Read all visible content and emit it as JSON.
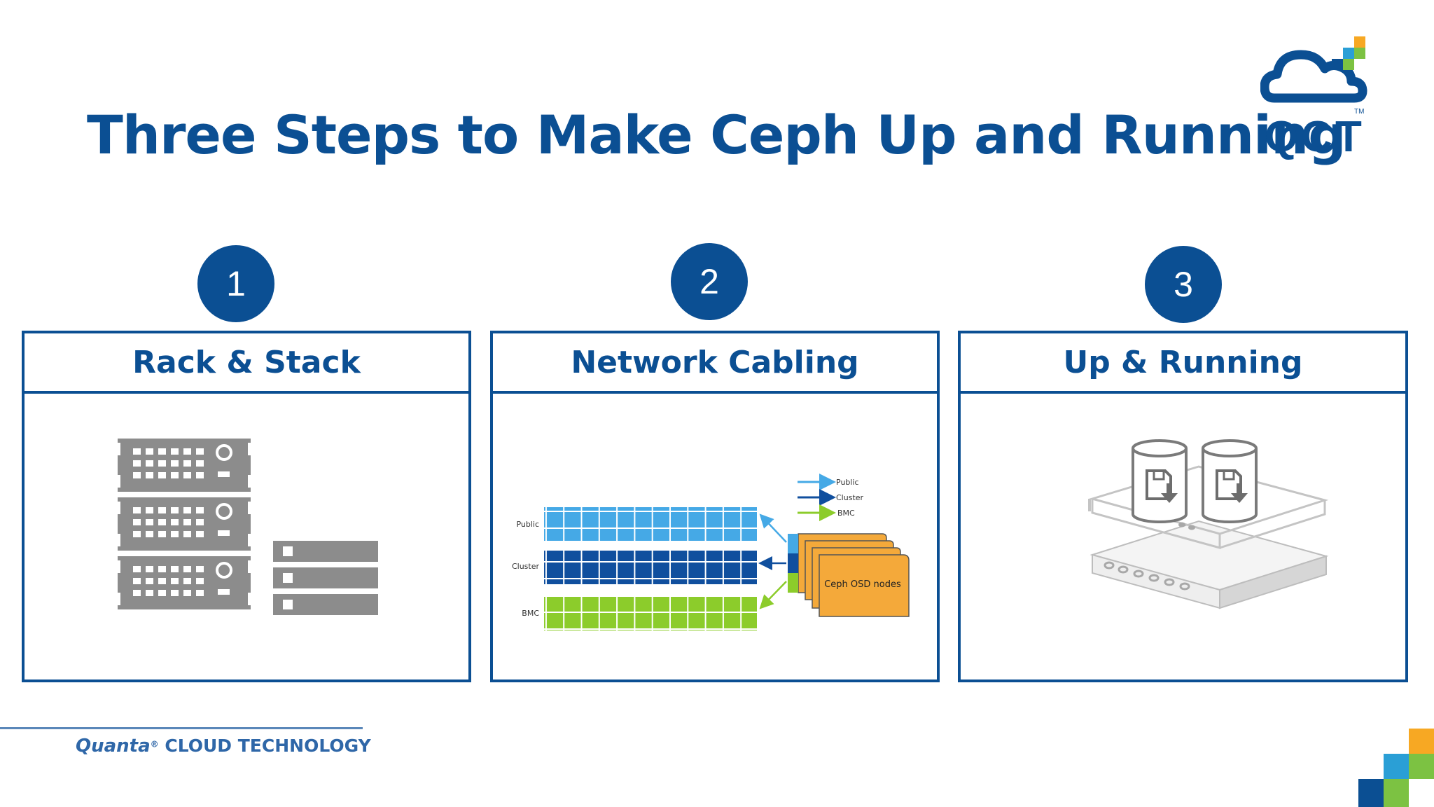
{
  "slide": {
    "title": "Three Steps to Make Ceph Up and Running"
  },
  "logo": {
    "text": "QCT",
    "trademark": "TM",
    "colors": {
      "blue": "#0b4f93",
      "light_blue": "#2a9fd6",
      "green": "#7cc242",
      "orange": "#f7a823"
    }
  },
  "steps": [
    {
      "number": "1",
      "title": "Rack & Stack",
      "icon": "server-rack-icon"
    },
    {
      "number": "2",
      "title": "Network Cabling",
      "icon": "network-diagram-icon"
    },
    {
      "number": "3",
      "title": "Up & Running",
      "icon": "storage-server-icon"
    }
  ],
  "network": {
    "rows": [
      "Public",
      "Cluster",
      "BMC"
    ],
    "legend": [
      "Public",
      "Cluster",
      "BMC"
    ],
    "nodes_label": "Ceph OSD nodes",
    "colors": {
      "public": "#45a9e6",
      "cluster": "#104f9e",
      "bmc": "#8ccc2b",
      "nodes": "#f4a93a"
    }
  },
  "footer": {
    "brand": "Quanta",
    "trademark": "®",
    "rest": " CLOUD TECHNOLOGY"
  }
}
